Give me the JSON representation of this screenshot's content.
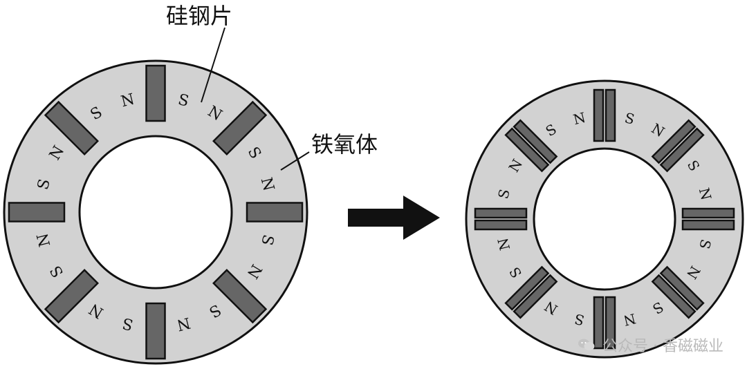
{
  "labels": {
    "silicon_steel": "硅钢片",
    "ferrite": "铁氧体"
  },
  "poles": {
    "north": "N",
    "south": "S"
  },
  "watermark": {
    "account": "公众号 · 香磁磁业"
  },
  "colors": {
    "ring_fill": "#d2d2d2",
    "magnet_fill": "#666666",
    "outline": "#111111",
    "arrow": "#111111"
  },
  "icons": [
    "arrow-right-icon",
    "wechat-icon"
  ]
}
